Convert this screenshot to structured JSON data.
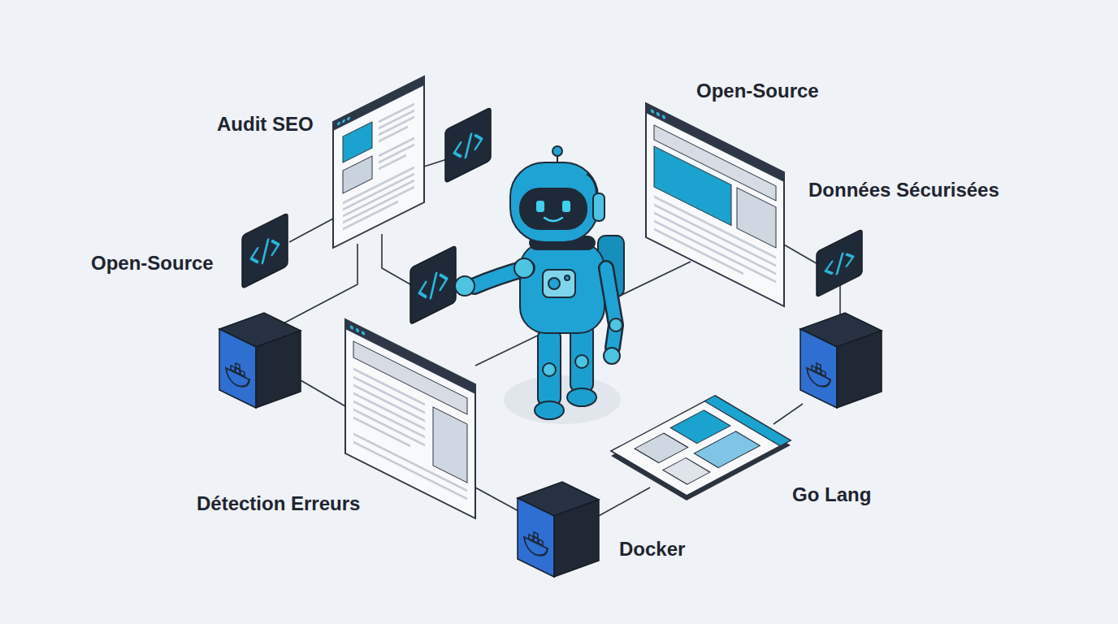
{
  "diagram": {
    "labels": [
      "Open-Source",
      "Audit SEO",
      "Données Sécurisées",
      "Open-Source",
      "Go Lang",
      "Détection Erreurs",
      "Docker"
    ]
  }
}
